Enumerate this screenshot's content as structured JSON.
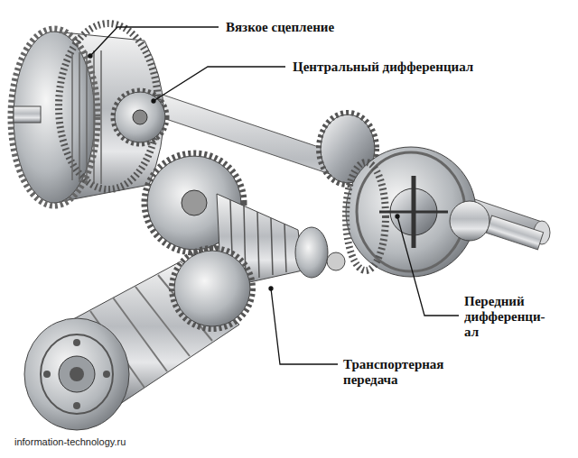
{
  "diagram": {
    "labels": [
      "Вязкое сцепление",
      "Центральный дифференциал",
      "Передний дифференци- ал",
      "Транспортерная передача",
      "information-technology.ru"
    ]
  }
}
